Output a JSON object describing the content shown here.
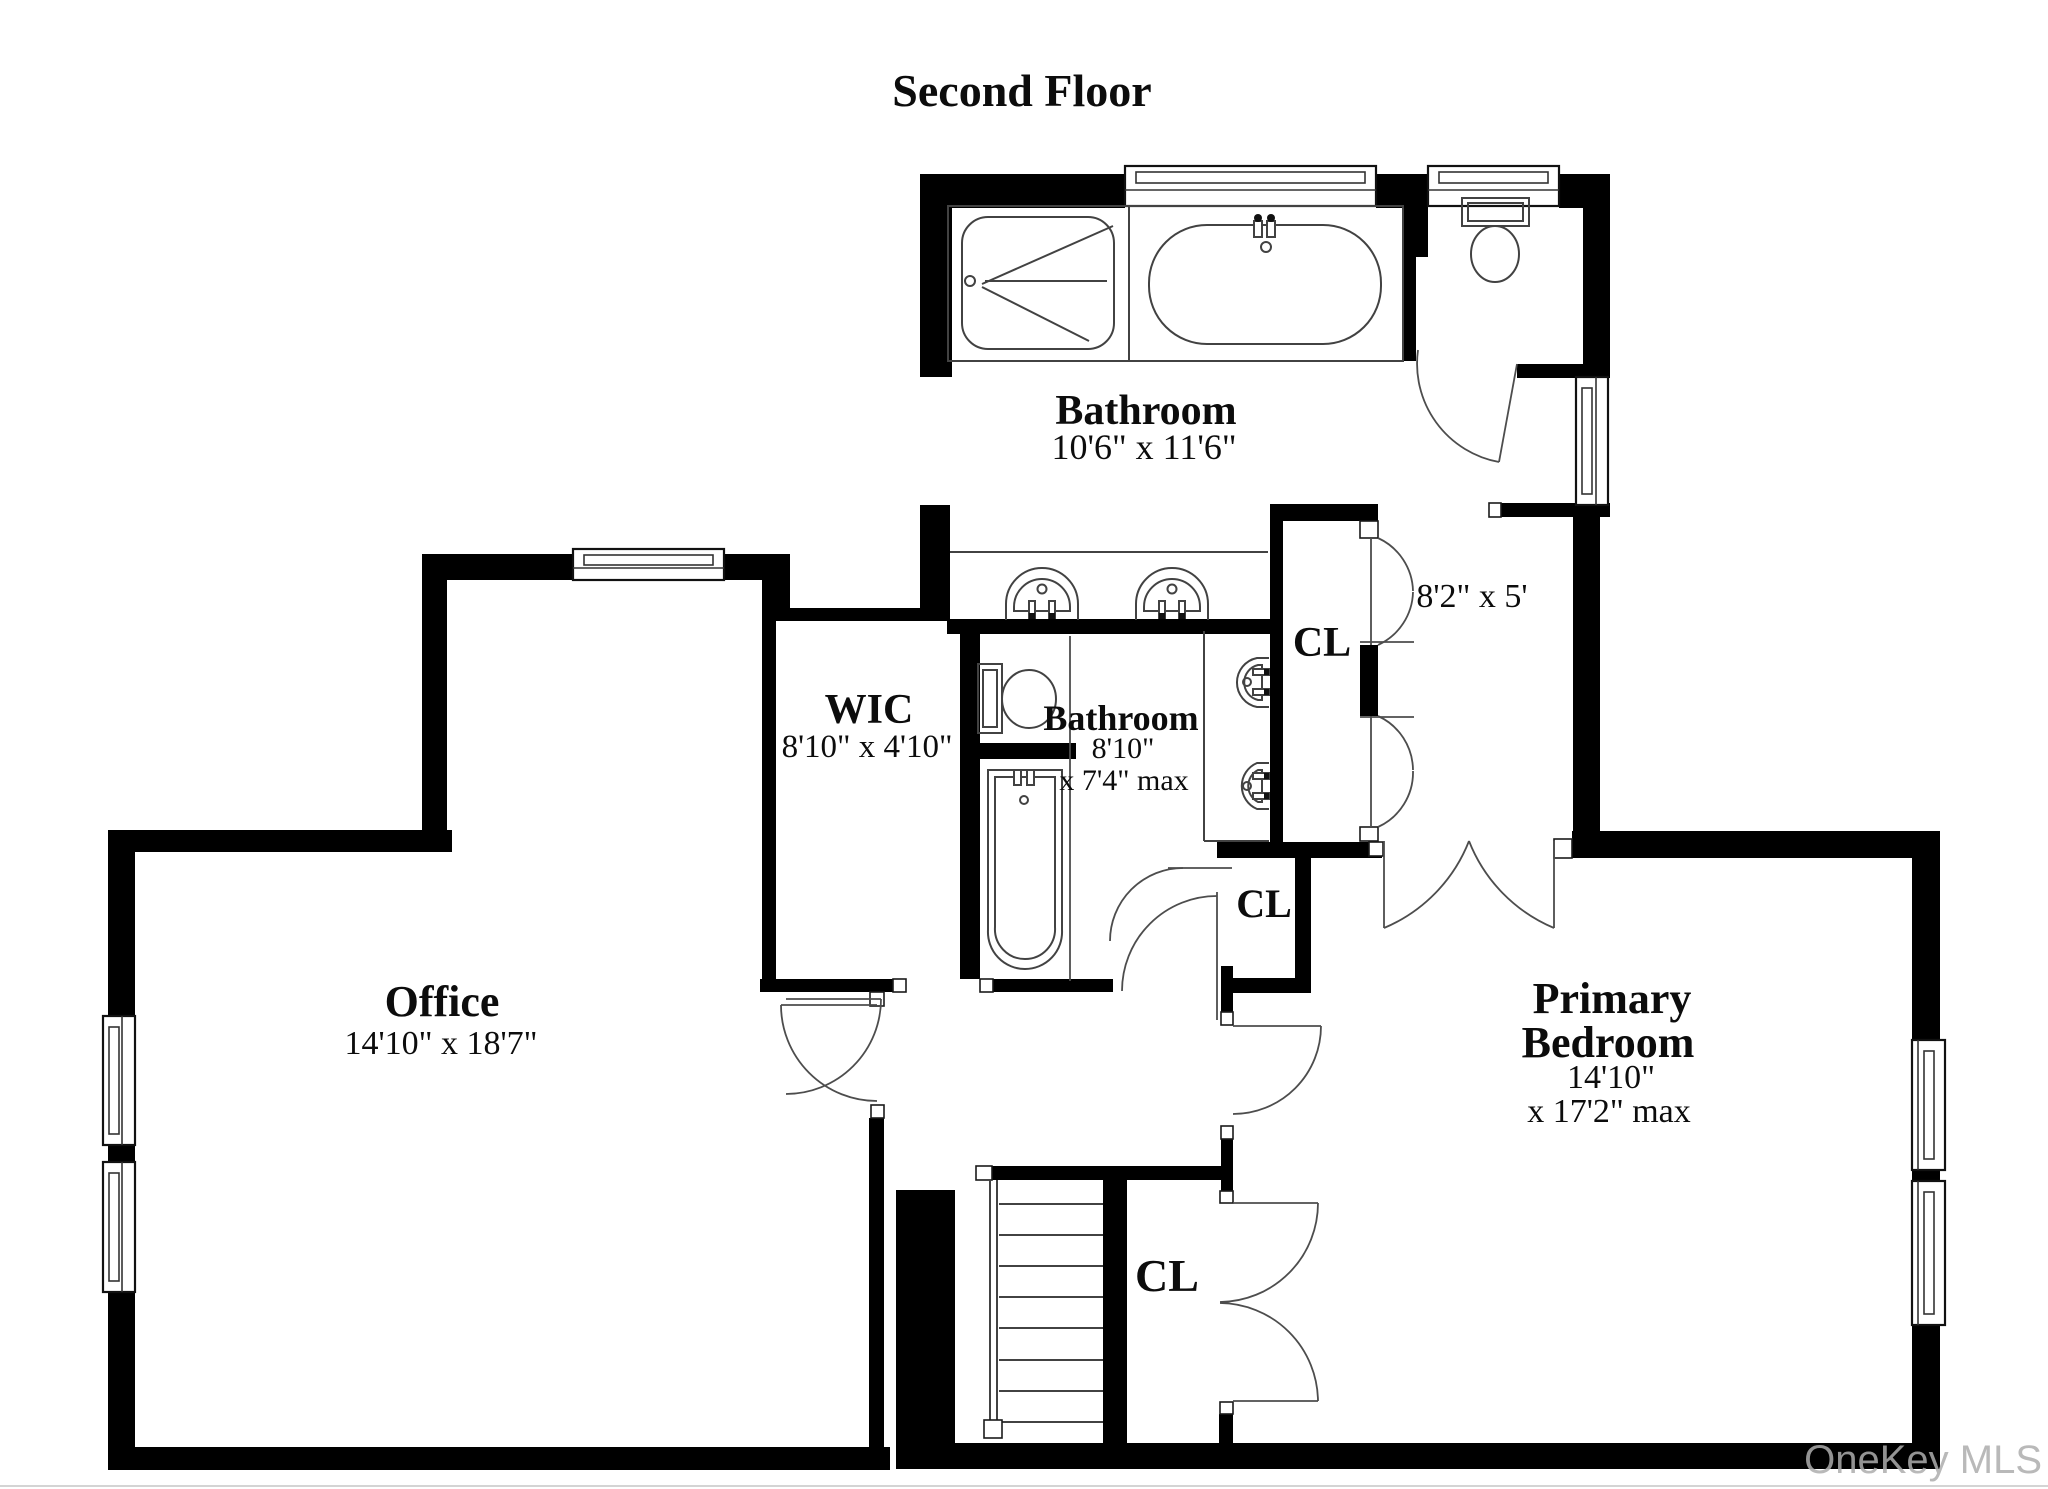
{
  "title": "Second Floor",
  "watermark": "OneKey MLS",
  "colors": {
    "wall": "#000000",
    "line": "#4e4e4e",
    "text": "#0c0c0c",
    "watermark": "#adadad"
  },
  "rooms": {
    "bathroom_main": {
      "name": "Bathroom",
      "dim": "10'6\" x 11'6\""
    },
    "wic": {
      "name": "WIC",
      "dim": "8'10\" x 4'10\""
    },
    "bathroom_small": {
      "name": "Bathroom",
      "dim1": "8'10\"",
      "dim2": "x 7'4\" max"
    },
    "hall": {
      "dim": "8'2\" x 5'"
    },
    "office": {
      "name": "Office",
      "dim": "14'10\" x 18'7\""
    },
    "primary_bedroom": {
      "name_line1": "Primary",
      "name_line2": "Bedroom",
      "dim1": "14'10\"",
      "dim2": "x 17'2\" max"
    },
    "closet_hall": {
      "name": "CL"
    },
    "closet_entry": {
      "name": "CL"
    },
    "closet_lower": {
      "name": "CL"
    }
  }
}
